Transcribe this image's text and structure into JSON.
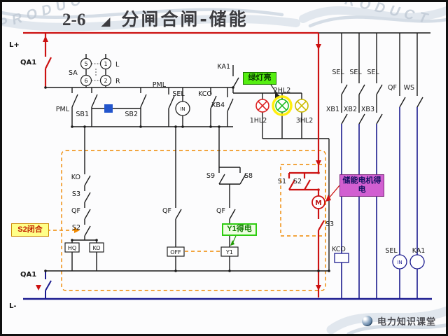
{
  "page": {
    "title_no": "2-6",
    "ornament": "◢",
    "title": "分闸合闸-储能",
    "watermark": "PRODUCT",
    "brand": "电力知识课堂"
  },
  "rails": {
    "l_plus": "L+",
    "l_minus": "L-"
  },
  "callouts": {
    "green_lamp_on": "绿灯亮",
    "motor_energized": "储能电机得电",
    "s2_closed": "S2闭合",
    "y1_energized": "Y1得电"
  },
  "labels": {
    "qa1_top": "QA1",
    "qa1_bottom": "QA1",
    "sa": "SA",
    "sa_c5": "5",
    "sa_c1": "1",
    "sa_l": "L",
    "sa_c6": "6",
    "sa_c2": "2",
    "sa_r": "R",
    "pml_top": "PML",
    "pml_left": "PML",
    "sb1": "SB1",
    "sb2": "SB2",
    "sel_mid": "SEL",
    "kco_mid": "KCO",
    "in_mid": "IN",
    "ka1_top": "KA1",
    "xb4": "XB4",
    "hl2_1": "1HL2",
    "hl2_2": "2HL2",
    "hl2_3": "3HL2",
    "sel_r1": "SEL",
    "sel_r2": "SEL",
    "sel_r3": "SEL",
    "xb1": "XB1",
    "xb2": "XB2",
    "xb3": "XB3",
    "qf_right": "QF",
    "ws": "WS",
    "ko_contact": "KO",
    "s3_left": "S3",
    "qf_left": "QF",
    "s2_left": "S2",
    "s9": "S9",
    "s8": "S8",
    "qf_mid_left": "QF",
    "qf_mid_right": "QF",
    "s1": "S1",
    "s2_right": "S2",
    "motor": "M",
    "s3_right": "S3",
    "hq_coil": "HQ",
    "ko_coil": "KO",
    "off_coil": "OFF",
    "y1_coil": "Y1",
    "kco_coil": "KCO",
    "sel_bottom": "SEL",
    "in_bottom": "IN",
    "ka1_bottom": "KA1"
  },
  "colors": {
    "live_path": "#cc1111",
    "neutral_path": "#1b1b8f",
    "wire": "#1a1a1a",
    "highlight_box": "#ee8800",
    "lamp_red": "#dd2222",
    "lamp_green": "#22bb22",
    "lamp_yellow": "#ccbb00",
    "callout_green_bg": "#55ee11",
    "callout_yellow_bg": "#ffff88",
    "callout_magenta_bg": "#d15fd1"
  }
}
